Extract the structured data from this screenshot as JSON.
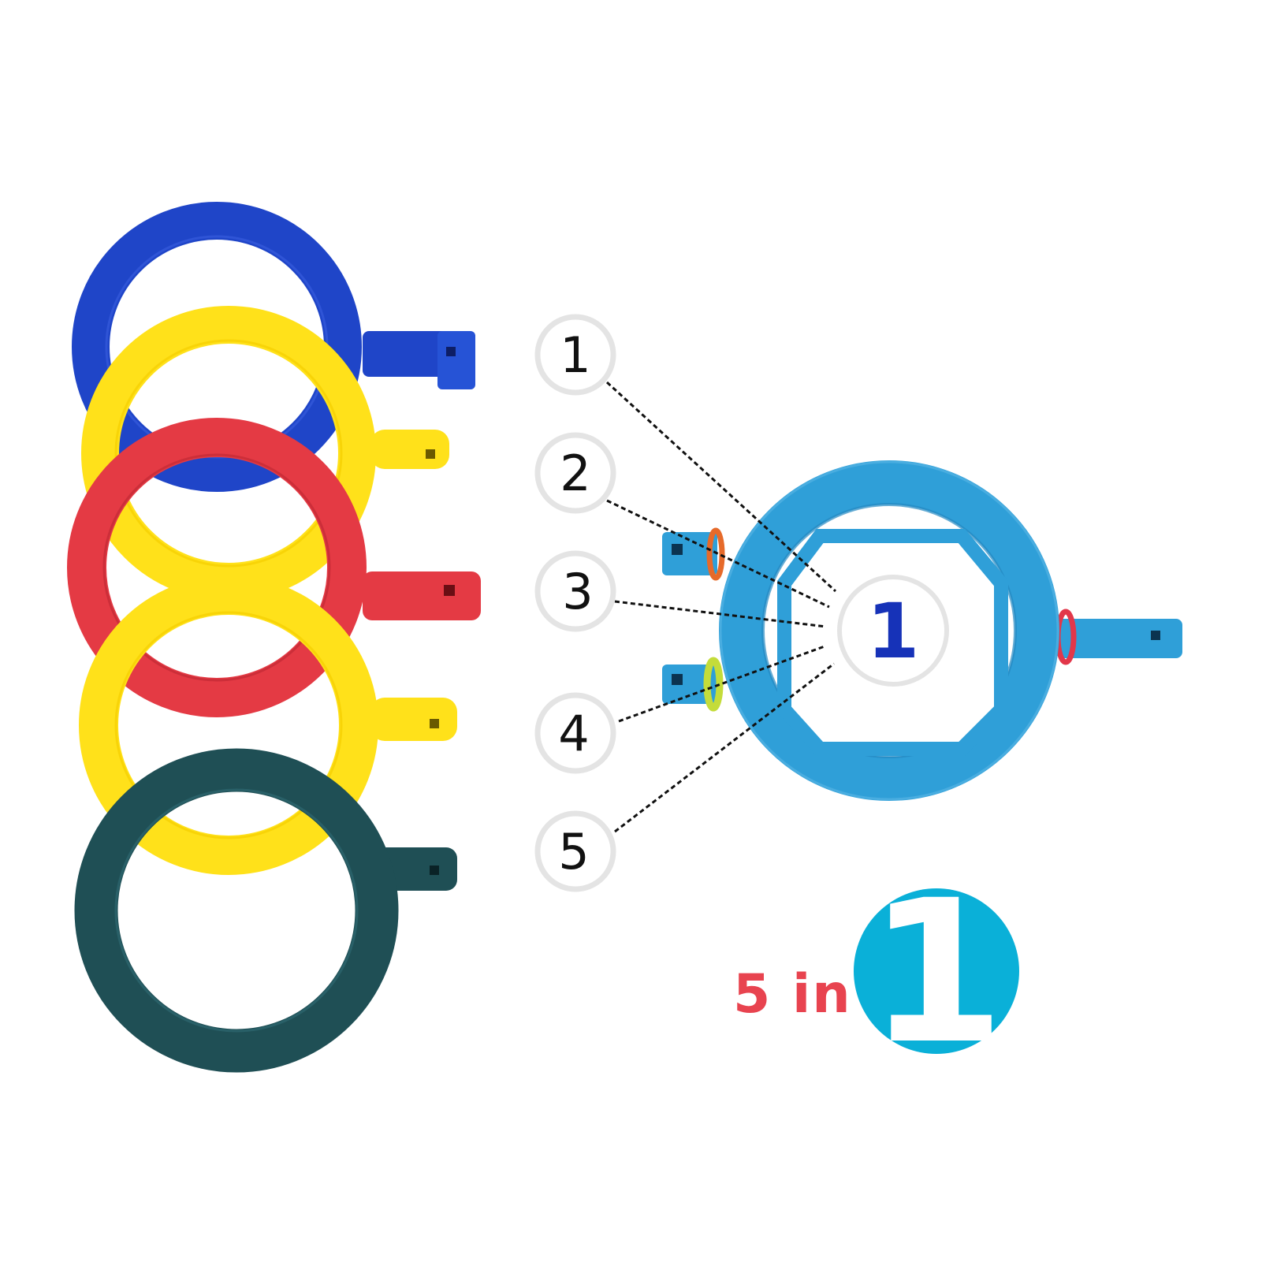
{
  "callouts": [
    {
      "label": "1"
    },
    {
      "label": "2"
    },
    {
      "label": "3"
    },
    {
      "label": "4"
    },
    {
      "label": "5"
    }
  ],
  "center_badge": {
    "label": "1",
    "color": "#1632b8"
  },
  "tagline": {
    "text": "5 in",
    "color": "#e8434f"
  },
  "big_badge": {
    "label": "1",
    "circle_color": "#0ab0d8",
    "text_color": "#ffffff"
  },
  "ring_colors": {
    "blue": "#1f45c8",
    "yellow": "#ffe11a",
    "red": "#e43a44",
    "dark_green": "#1f4f55",
    "light_blue": "#2f9fd8",
    "o_ring_orange": "#e66a2a",
    "o_ring_green": "#c4dc3a",
    "o_ring_red": "#e2374a"
  }
}
